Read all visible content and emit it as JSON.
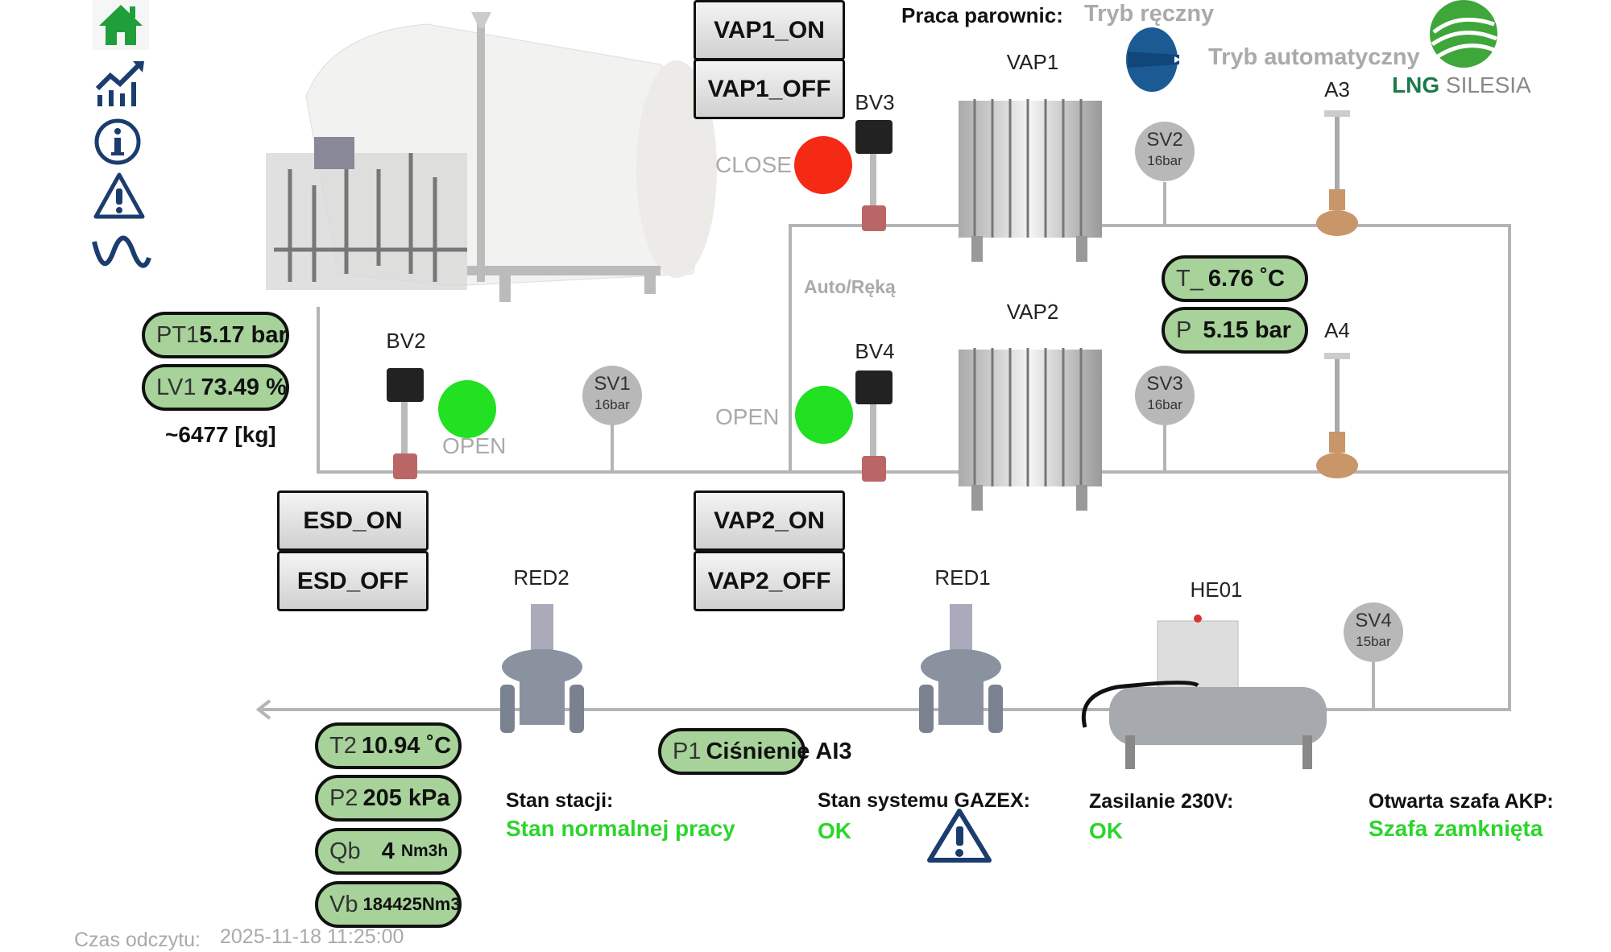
{
  "nav": {
    "items": [
      {
        "icon": "home-icon",
        "color": "#1f9e3a"
      },
      {
        "icon": "trend-chart-icon",
        "color": "#1b3d6e"
      },
      {
        "icon": "info-icon",
        "color": "#1b3d6e"
      },
      {
        "icon": "warning-icon",
        "color": "#1b3d6e"
      },
      {
        "icon": "wave-icon",
        "color": "#1b3d6e"
      }
    ]
  },
  "buttons": {
    "vap1_on": "VAP1_ON",
    "vap1_off": "VAP1_OFF",
    "vap2_on": "VAP2_ON",
    "vap2_off": "VAP2_OFF",
    "esd_on": "ESD_ON",
    "esd_off": "ESD_OFF"
  },
  "mode": {
    "label": "Praca parownic:",
    "manual": "Tryb ręczny",
    "auto": "Tryb automatyczny",
    "auto_hand": "Auto/Ręką"
  },
  "logo": {
    "text_bold": "LNG",
    "text": "SILESIA"
  },
  "equipment": {
    "vap1": "VAP1",
    "vap2": "VAP2",
    "bv2": "BV2",
    "bv3": "BV3",
    "bv4": "BV4",
    "a3": "A3",
    "a4": "A4",
    "red1": "RED1",
    "red2": "RED2",
    "he01": "HE01"
  },
  "safety_valves": [
    {
      "name": "SV1",
      "rating": "16bar"
    },
    {
      "name": "SV2",
      "rating": "16bar"
    },
    {
      "name": "SV3",
      "rating": "16bar"
    },
    {
      "name": "SV4",
      "rating": "15bar"
    }
  ],
  "valve_states": {
    "bv2": {
      "text": "OPEN",
      "color": "#22e022"
    },
    "bv3": {
      "text": "CLOSE",
      "color": "#f52a14"
    },
    "bv4": {
      "text": "OPEN",
      "color": "#22e022"
    }
  },
  "readings": {
    "pt1": {
      "key": "PT1",
      "value": "5.17 bar"
    },
    "lv1": {
      "key": "LV1",
      "value": "73.49 %"
    },
    "mass": "~6477 [kg]",
    "t": {
      "key": "T_",
      "value": "6.76 ˚C"
    },
    "p": {
      "key": "P",
      "value": "5.15 bar"
    },
    "t2": {
      "key": "T2",
      "value": "10.94 ˚C"
    },
    "p2": {
      "key": "P2",
      "value": "205 kPa"
    },
    "qb": {
      "key": "Qb",
      "value": "4",
      "unit": "Nm3h"
    },
    "vb": {
      "key": "Vb",
      "value": "184425Nm3"
    },
    "p1": {
      "key": "P1",
      "value": "Ciśnienie AI3"
    }
  },
  "status": {
    "station": {
      "label": "Stan stacji:",
      "value": "Stan normalnej pracy"
    },
    "gazex": {
      "label": "Stan systemu GAZEX:",
      "value": "OK"
    },
    "power": {
      "label": "Zasilanie 230V:",
      "value": "OK"
    },
    "cabinet": {
      "label": "Otwarta szafa AKP:",
      "value": "Szafa zamknięta"
    }
  },
  "footer": {
    "label": "Czas odczytu:",
    "value": "2025-11-18 11:25:00"
  }
}
